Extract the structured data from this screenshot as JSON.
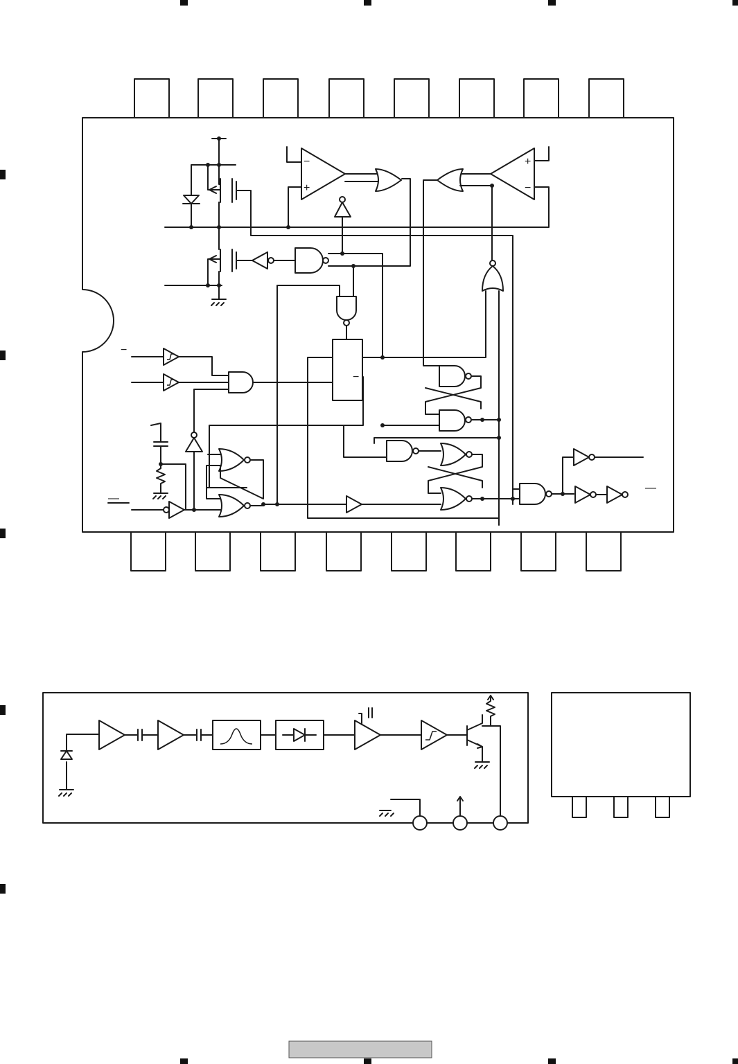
{
  "colors": {
    "ink": "#1a1a1a",
    "footer_bar": "#c8c8c8",
    "background": "#ffffff"
  },
  "ic_block_diagram": {
    "top_pin_count": 8,
    "bottom_pin_count": 8,
    "op_amp_polarity": {
      "left_minus": "−",
      "left_plus": "+",
      "right_plus": "+",
      "right_minus": "−"
    },
    "counter_output_bar": "−",
    "input_overbar_left": "—",
    "output_overbar_right": "—"
  },
  "sensor_block_diagram": {
    "stages": [
      "photodiode",
      "amplifier",
      "capacitor",
      "amplifier",
      "capacitor",
      "band-pass-filter",
      "detector",
      "integrator",
      "schmitt-trigger",
      "output-transistor"
    ],
    "terminal_count": 3
  },
  "sensor_package": {
    "pin_count": 3
  },
  "footer": {
    "page_label": ""
  }
}
